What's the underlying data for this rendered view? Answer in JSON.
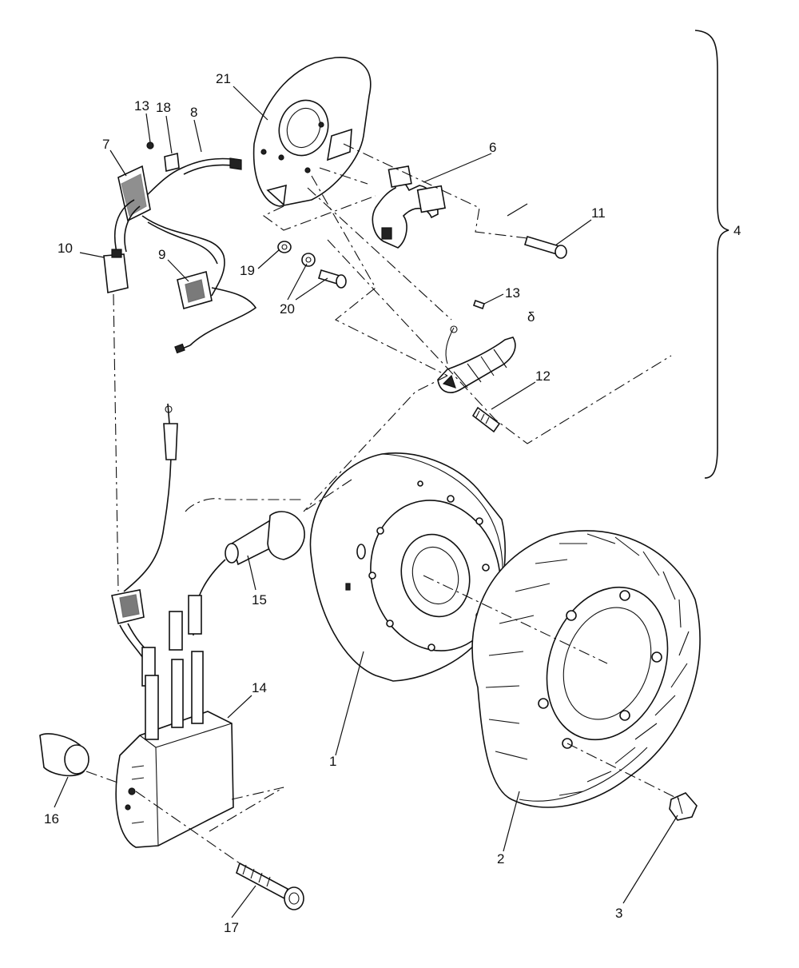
{
  "callouts": [
    {
      "id": "1",
      "text": "1"
    },
    {
      "id": "2",
      "text": "2"
    },
    {
      "id": "3",
      "text": "3"
    },
    {
      "id": "4",
      "text": "4"
    },
    {
      "id": "6",
      "text": "6"
    },
    {
      "id": "7",
      "text": "7"
    },
    {
      "id": "8",
      "text": "8"
    },
    {
      "id": "9",
      "text": "9"
    },
    {
      "id": "10",
      "text": "10"
    },
    {
      "id": "11",
      "text": "11"
    },
    {
      "id": "12",
      "text": "12"
    },
    {
      "id": "13a",
      "text": "13"
    },
    {
      "id": "13b",
      "text": "13"
    },
    {
      "id": "14",
      "text": "14"
    },
    {
      "id": "15",
      "text": "15"
    },
    {
      "id": "16",
      "text": "16"
    },
    {
      "id": "17",
      "text": "17"
    },
    {
      "id": "18",
      "text": "18"
    },
    {
      "id": "19",
      "text": "19"
    },
    {
      "id": "20",
      "text": "20"
    },
    {
      "id": "21",
      "text": "21"
    },
    {
      "id": "5",
      "text": "δ"
    }
  ]
}
